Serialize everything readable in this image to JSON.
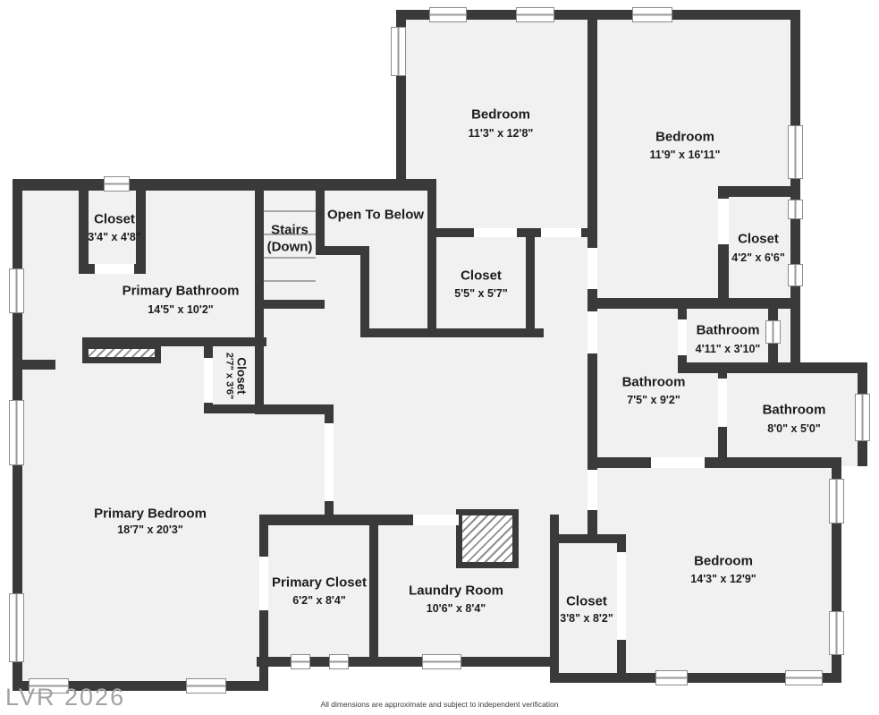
{
  "colors": {
    "wall": "#3a3a3a",
    "floor": "#f1f1f1",
    "background": "#ffffff",
    "text": "#1d1d1d",
    "window_frame": "#8c8c8c",
    "watermark": "#a3a3a3"
  },
  "rooms": [
    {
      "id": "bedroom-top-left",
      "name": "Bedroom",
      "dims": "11'3\" x 12'8\""
    },
    {
      "id": "bedroom-top-right",
      "name": "Bedroom",
      "dims": "11'9\" x 16'11\""
    },
    {
      "id": "closet-top-left",
      "name": "Closet",
      "dims": "3'4\" x 4'8\""
    },
    {
      "id": "primary-bathroom",
      "name": "Primary Bathroom",
      "dims": "14'5\" x 10'2\""
    },
    {
      "id": "stairs",
      "name": "Stairs",
      "dims": "(Down)"
    },
    {
      "id": "open-to-below",
      "name": "Open To Below",
      "dims": ""
    },
    {
      "id": "closet-hall",
      "name": "Closet",
      "dims": "5'5\" x 5'7\""
    },
    {
      "id": "closet-bedroom2",
      "name": "Closet",
      "dims": "4'2\" x 6'6\""
    },
    {
      "id": "bathroom-small",
      "name": "Bathroom",
      "dims": "4'11\" x 3'10\""
    },
    {
      "id": "bathroom-middle",
      "name": "Bathroom",
      "dims": "7'5\" x 9'2\""
    },
    {
      "id": "bathroom-right",
      "name": "Bathroom",
      "dims": "8'0\" x 5'0\""
    },
    {
      "id": "closet-rotated",
      "name": "Closet",
      "dims": "2'7\" x 3'6\""
    },
    {
      "id": "primary-bedroom",
      "name": "Primary Bedroom",
      "dims": "18'7\" x 20'3\""
    },
    {
      "id": "primary-closet",
      "name": "Primary Closet",
      "dims": "6'2\" x 8'4\""
    },
    {
      "id": "laundry-room",
      "name": "Laundry Room",
      "dims": "10'6\" x 8'4\""
    },
    {
      "id": "closet-bottom",
      "name": "Closet",
      "dims": "3'8\" x 8'2\""
    },
    {
      "id": "bedroom-bottom",
      "name": "Bedroom",
      "dims": "14'3\" x 12'9\""
    }
  ],
  "watermark": "LVR 2026",
  "disclaimer": "All dimensions are approximate and subject to independent verification"
}
